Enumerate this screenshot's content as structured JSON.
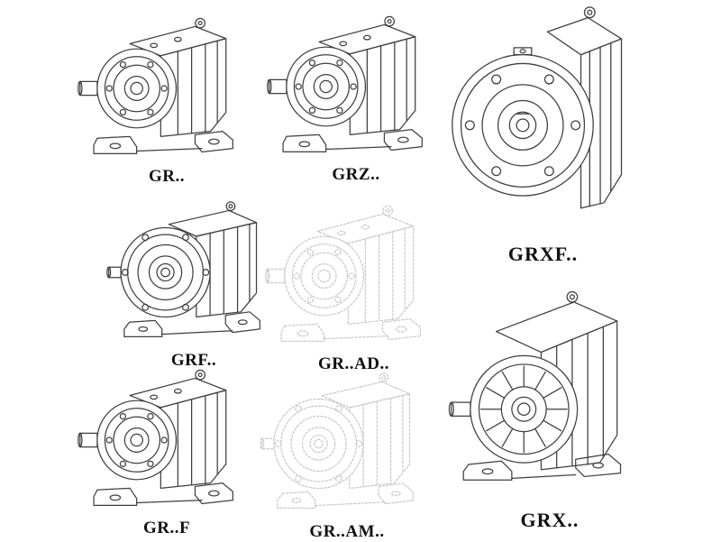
{
  "colors": {
    "line": "#3f3f3f",
    "faded_line": "#c9c9c9",
    "label_text": "#111111",
    "background": "#ffffff"
  },
  "figures": {
    "gr": {
      "label": "GR.."
    },
    "grz": {
      "label": "GRZ.."
    },
    "grxf": {
      "label": "GRXF.."
    },
    "grf": {
      "label": "GRF.."
    },
    "grad": {
      "label": "GR..AD.."
    },
    "grx": {
      "label": "GRX.."
    },
    "grfoot": {
      "label": "GR..F"
    },
    "gram": {
      "label": "GR..AM.."
    }
  }
}
